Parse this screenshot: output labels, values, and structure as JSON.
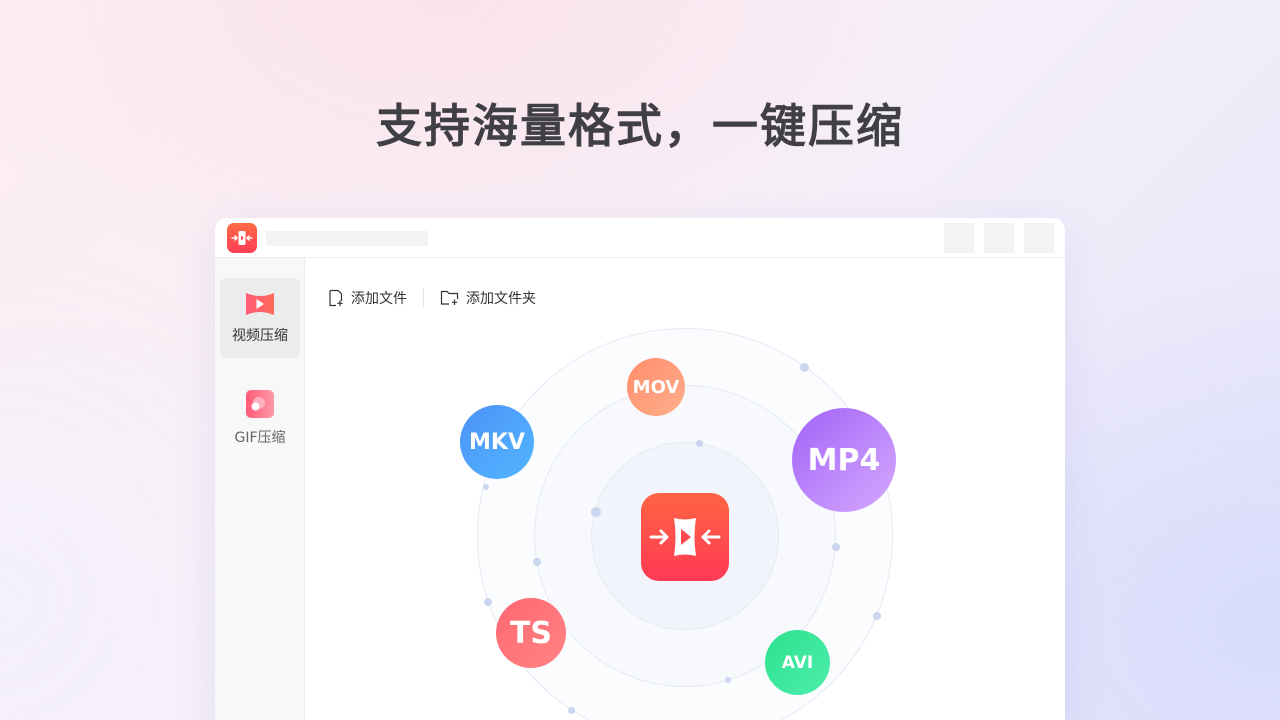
{
  "headline": "支持海量格式，一键压缩",
  "window": {
    "title_placeholder": "",
    "app_icon": "video-compress-logo-icon"
  },
  "sidebar": {
    "items": [
      {
        "label": "视频压缩",
        "icon": "video-play-icon",
        "active": true
      },
      {
        "label": "GIF压缩",
        "icon": "gif-icon",
        "active": false
      }
    ]
  },
  "toolbar": {
    "add_file": "添加文件",
    "add_folder": "添加文件夹"
  },
  "formats": [
    {
      "label": "MOV",
      "color_from": "#ff8d6b",
      "color_to": "#ffae8c"
    },
    {
      "label": "MKV",
      "color_from": "#4d92f8",
      "color_to": "#52b6ff"
    },
    {
      "label": "MP4",
      "color_from": "#a263f6",
      "color_to": "#d5a9ff"
    },
    {
      "label": "TS",
      "color_from": "#ff6670",
      "color_to": "#ff8585"
    },
    {
      "label": "AVI",
      "color_from": "#2de28e",
      "color_to": "#4dedab"
    }
  ],
  "colors": {
    "brand_from": "#ff6443",
    "brand_to": "#ff3a55",
    "headline": "#3f3f44"
  }
}
